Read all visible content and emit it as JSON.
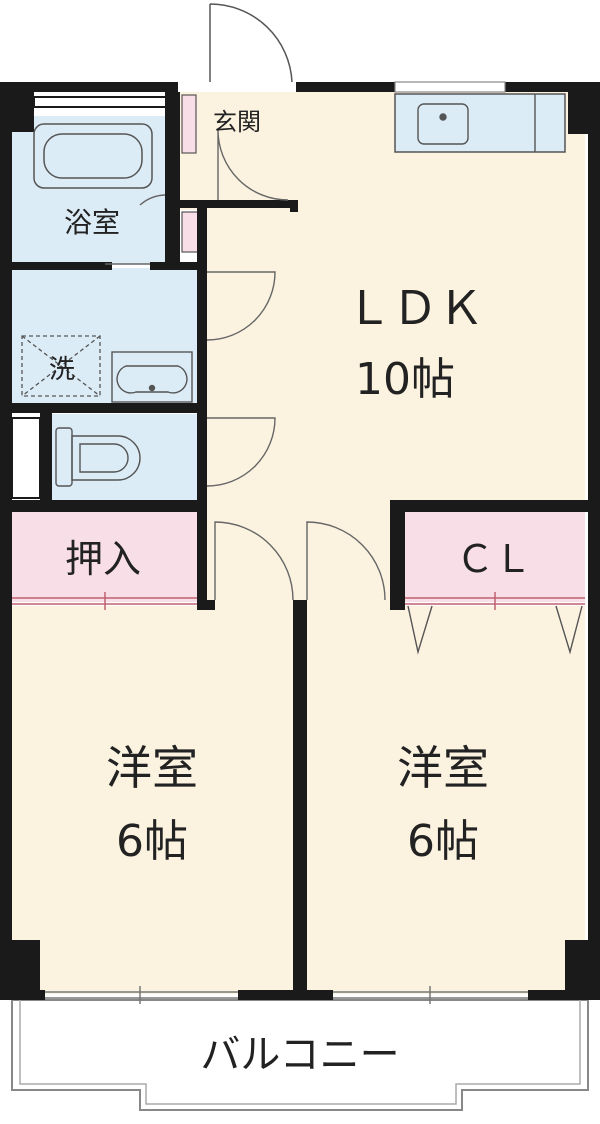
{
  "colors": {
    "floor": "#fbf3e0",
    "wet_area": "#dcecf6",
    "storage": "#f8dee6",
    "wall": "#1a1a1a",
    "line": "#555555",
    "balcony": "#ffffff"
  },
  "rooms": {
    "genkan": {
      "label": "玄関"
    },
    "bath": {
      "label": "浴室"
    },
    "ldk": {
      "name": "ＬＤＫ",
      "size": "10帖"
    },
    "wash": {
      "label": "洗"
    },
    "oshiire": {
      "label": "押入"
    },
    "closet": {
      "label": "ＣＬ"
    },
    "western_left": {
      "name": "洋室",
      "size": "6帖"
    },
    "western_right": {
      "name": "洋室",
      "size": "6帖"
    },
    "balcony": {
      "label": "バルコニー"
    }
  },
  "icons": [
    "entry-door-icon",
    "bathtub-icon",
    "kitchen-sink-icon",
    "washbasin-icon",
    "toilet-icon",
    "washer-pan-icon"
  ]
}
